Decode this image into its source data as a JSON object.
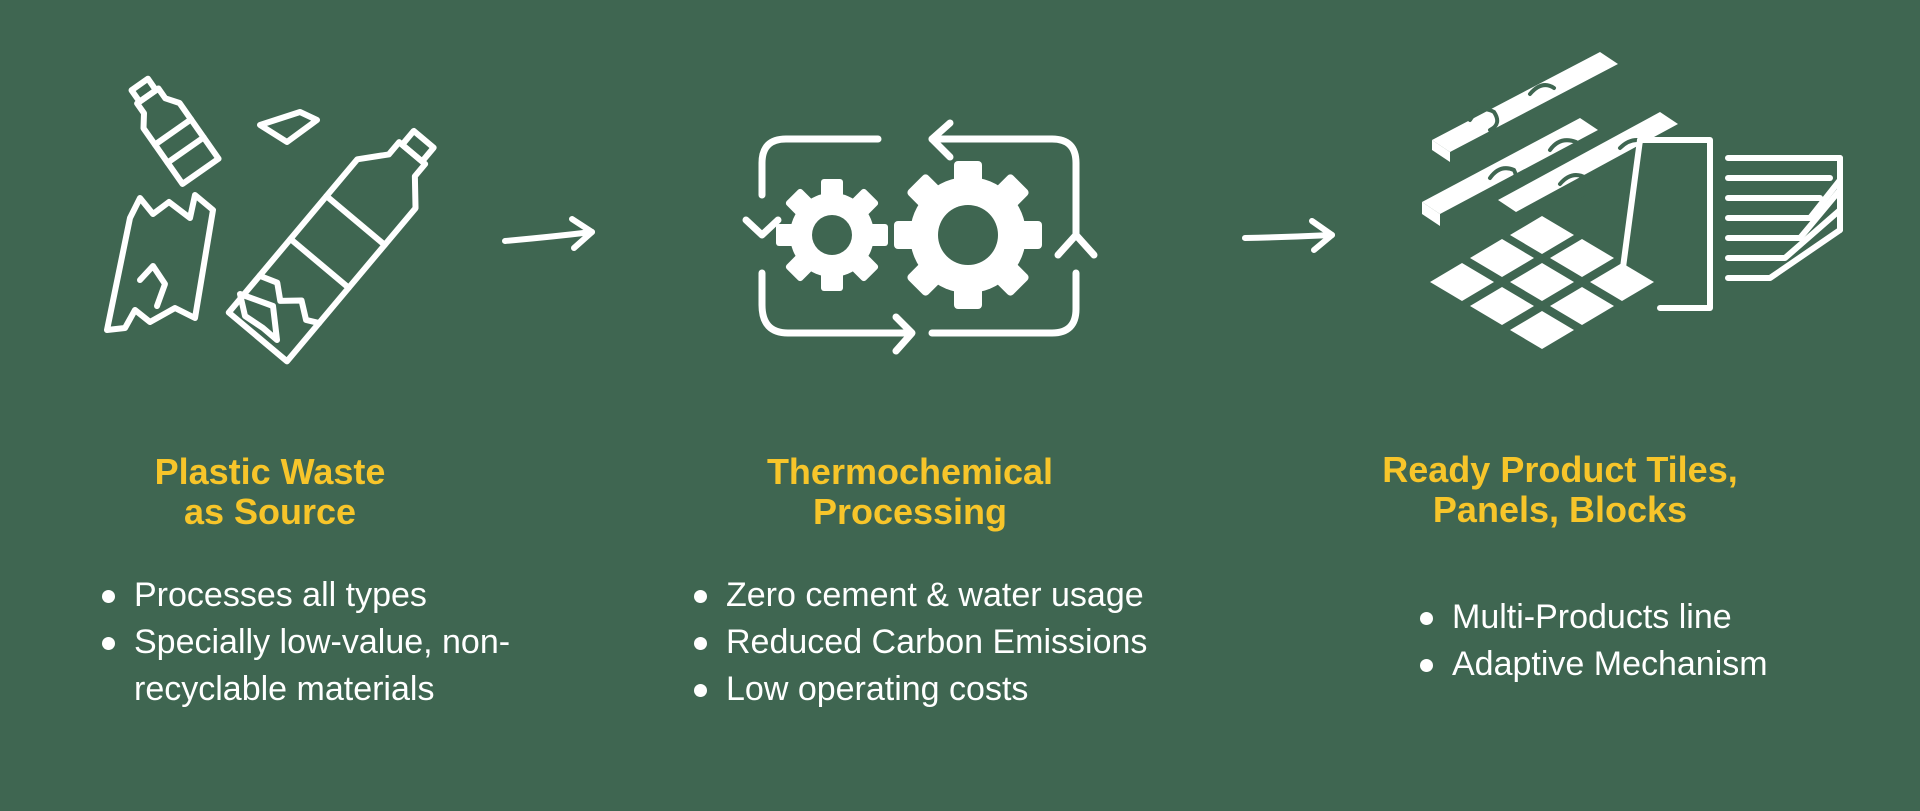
{
  "colors": {
    "background": "#3f6651",
    "title": "#f7c52a",
    "text": "#ffffff"
  },
  "steps": [
    {
      "icon": "plastic-waste-icon",
      "title": "Plastic Waste\nas Source",
      "bullets": [
        "Processes all types",
        "Specially low-value, non-",
        "recyclable materials"
      ]
    },
    {
      "icon": "gears-cycle-icon",
      "title": "Thermochemical\nProcessing",
      "bullets": [
        "Zero cement & water usage",
        "Reduced Carbon Emissions",
        "Low operating costs"
      ]
    },
    {
      "icon": "tiles-panels-blocks-icon",
      "title": "Ready Product Tiles,\nPanels, Blocks",
      "bullets": [
        "Multi-Products line",
        "Adaptive Mechanism"
      ]
    }
  ],
  "connectors": [
    "arrow-right-icon",
    "arrow-right-icon"
  ]
}
